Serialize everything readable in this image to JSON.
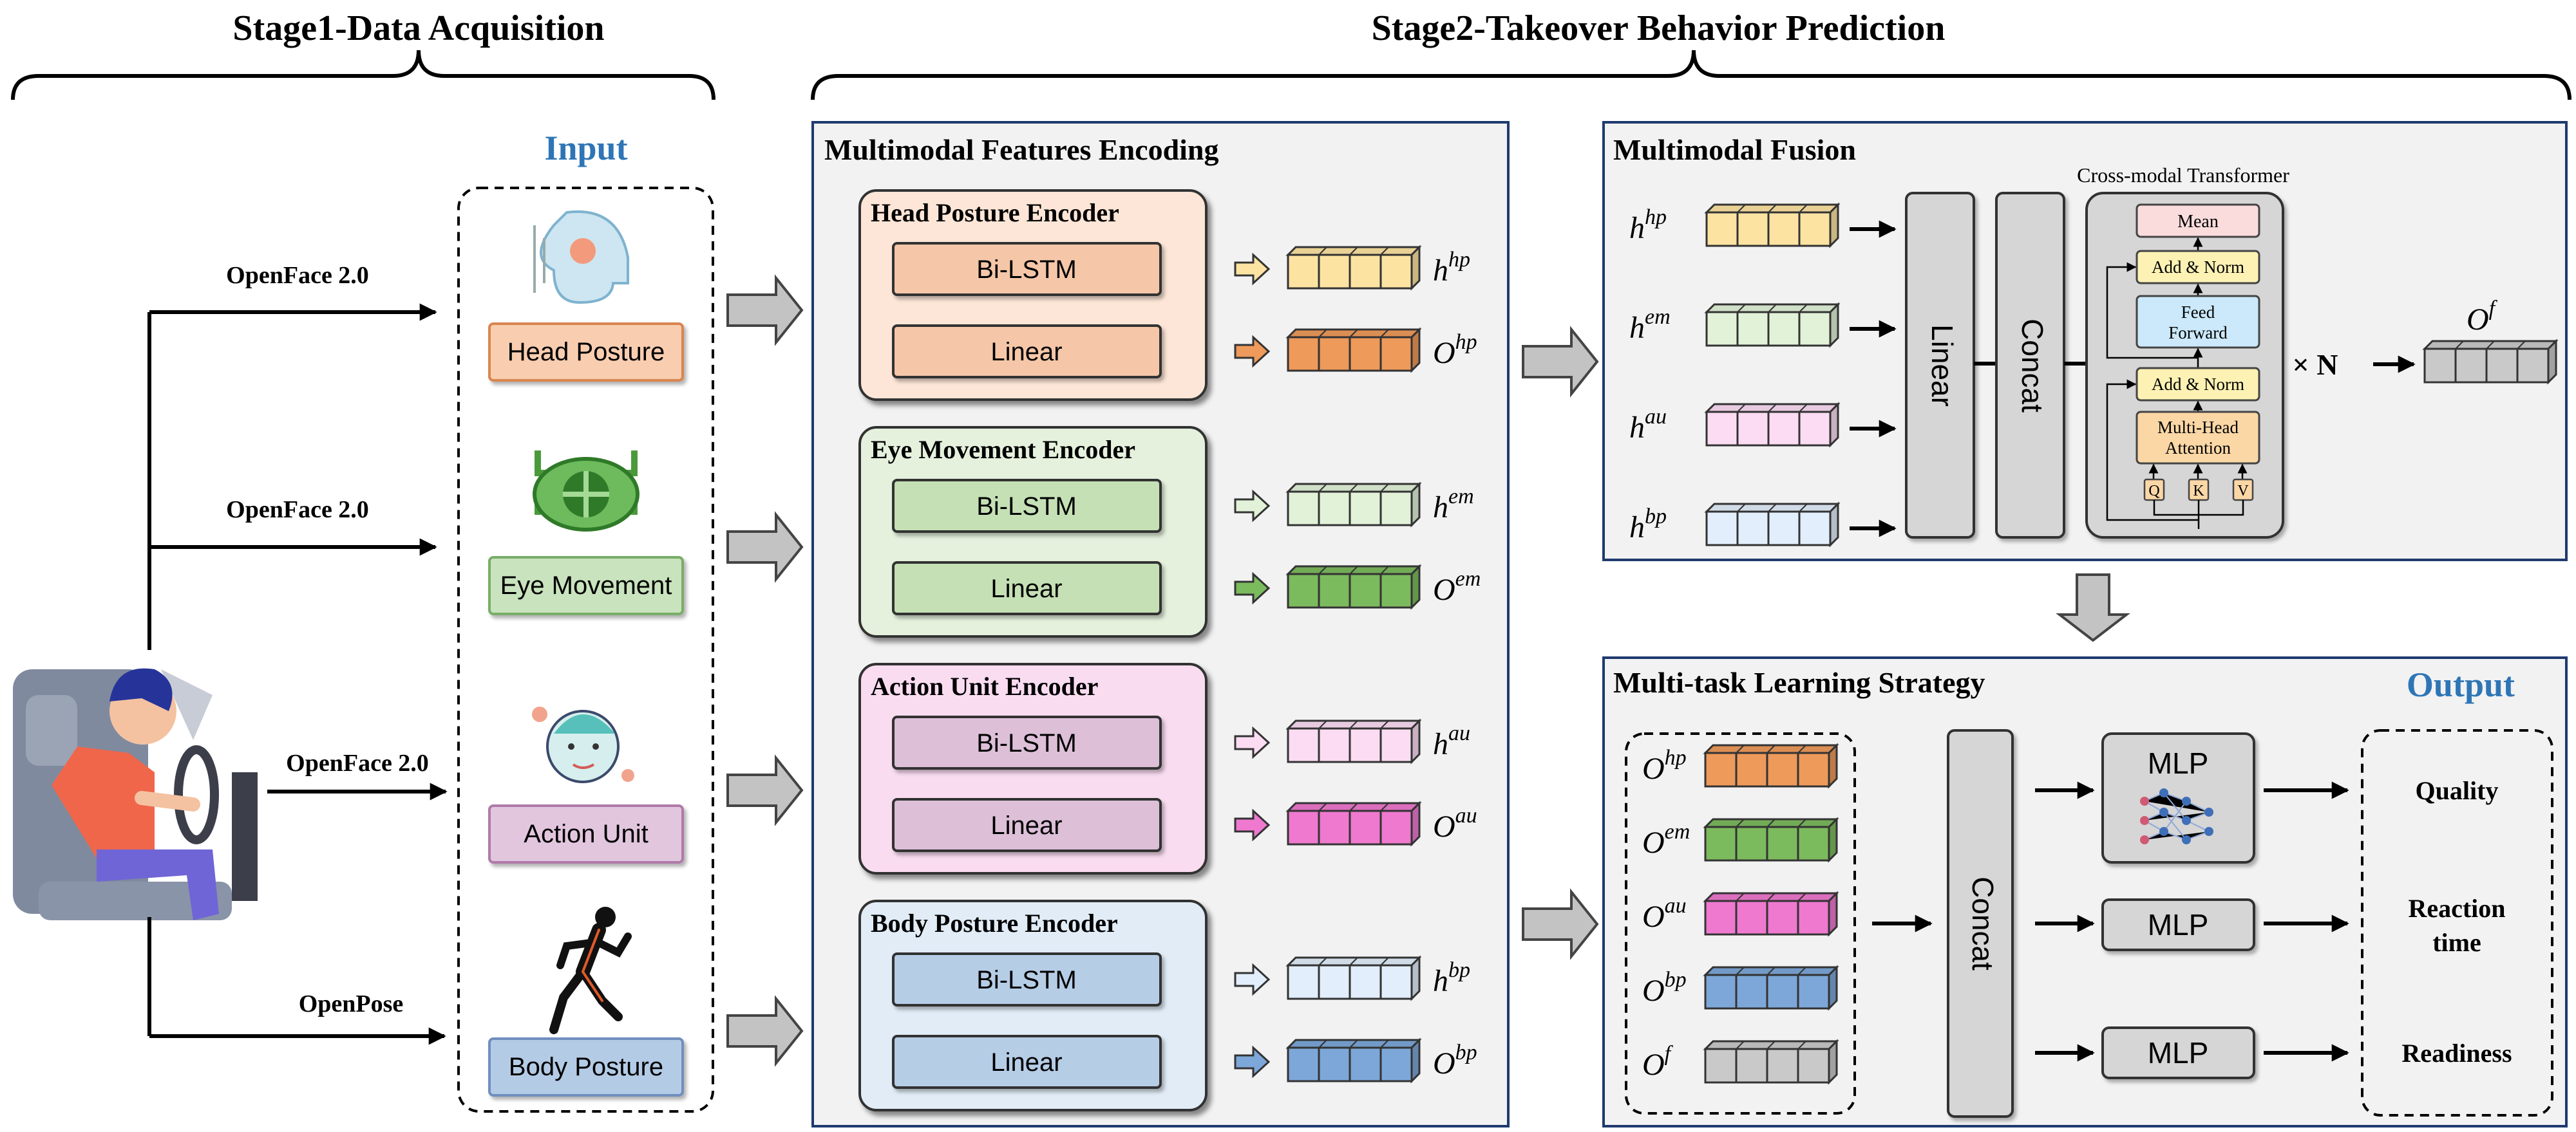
{
  "stage1": {
    "title": "Stage1-Data Acquisition"
  },
  "stage2": {
    "title": "Stage2-Takeover Behavior Prediction"
  },
  "input": {
    "title": "Input",
    "items": [
      {
        "label": "Head Posture",
        "tool": "OpenFace 2.0",
        "icon": "head-posture-icon",
        "fill": "#f8cdb0",
        "stroke": "#d98550"
      },
      {
        "label": "Eye Movement",
        "tool": "OpenFace 2.0",
        "icon": "eye-movement-icon",
        "fill": "#c8e3bd",
        "stroke": "#79ad68"
      },
      {
        "label": "Action Unit",
        "tool": "OpenFace 2.0",
        "icon": "action-unit-face-icon",
        "fill": "#e2c6de",
        "stroke": "#b07aa9"
      },
      {
        "label": "Body Posture",
        "tool": "OpenPose",
        "icon": "body-posture-runner-icon",
        "fill": "#b4cbe6",
        "stroke": "#6f8fbd"
      }
    ]
  },
  "encoding": {
    "title": "Multimodal Features Encoding",
    "encoders": [
      {
        "title": "Head Posture Encoder",
        "bilstm": "Bi-LSTM",
        "linear": "Linear",
        "h_base": "h",
        "h_sup": "hp",
        "o_base": "O",
        "o_sup": "hp",
        "bg": "#fde6d7",
        "btn": "#f5c7a8",
        "h_color": "#fde3a2",
        "o_color": "#ee9a5b"
      },
      {
        "title": "Eye Movement Encoder",
        "bilstm": "Bi-LSTM",
        "linear": "Linear",
        "h_base": "h",
        "h_sup": "em",
        "o_base": "O",
        "o_sup": "em",
        "bg": "#e5f1dd",
        "btn": "#c5e0b5",
        "h_color": "#e2f2d8",
        "o_color": "#7cba5e"
      },
      {
        "title": "Action Unit Encoder",
        "bilstm": "Bi-LSTM",
        "linear": "Linear",
        "h_base": "h",
        "h_sup": "au",
        "o_base": "O",
        "o_sup": "au",
        "bg": "#fadcf1",
        "btn": "#ddbfd8",
        "h_color": "#fbdcf3",
        "o_color": "#ee79cf"
      },
      {
        "title": "Body Posture Encoder",
        "bilstm": "Bi-LSTM",
        "linear": "Linear",
        "h_base": "h",
        "h_sup": "bp",
        "o_base": "O",
        "o_sup": "bp",
        "bg": "#e1ecf6",
        "btn": "#b6cde6",
        "h_color": "#e2eefb",
        "o_color": "#7da7d8"
      }
    ]
  },
  "fusion": {
    "title": "Multimodal Fusion",
    "inputs": [
      {
        "base": "h",
        "sup": "hp",
        "color": "#fde3a2"
      },
      {
        "base": "h",
        "sup": "em",
        "color": "#e2f2d8"
      },
      {
        "base": "h",
        "sup": "au",
        "color": "#fbdcf3"
      },
      {
        "base": "h",
        "sup": "bp",
        "color": "#e2eefb"
      }
    ],
    "linear": "Linear",
    "concat": "Concat",
    "transformer": {
      "title": "Cross-modal Transformer",
      "mean": "Mean",
      "add_norm": "Add & Norm",
      "ff": [
        "Feed",
        "Forward"
      ],
      "mha": [
        "Multi-Head",
        "Attention"
      ],
      "qkv": [
        "Q",
        "K",
        "V"
      ]
    },
    "times": "× N",
    "output": {
      "base": "O",
      "sup": "f",
      "color": "#c9c9c9"
    }
  },
  "multitask": {
    "title": "Multi-task Learning Strategy",
    "output_title": "Output",
    "inputs": [
      {
        "base": "O",
        "sup": "hp",
        "color": "#ee9a5b"
      },
      {
        "base": "O",
        "sup": "em",
        "color": "#7cba5e"
      },
      {
        "base": "O",
        "sup": "au",
        "color": "#ee79cf"
      },
      {
        "base": "O",
        "sup": "bp",
        "color": "#7da7d8"
      },
      {
        "base": "O",
        "sup": "f",
        "color": "#c9c9c9"
      }
    ],
    "concat": "Concat",
    "mlp": "MLP",
    "outputs": [
      [
        "Quality"
      ],
      [
        "Reaction",
        "time"
      ],
      [
        "Readiness"
      ]
    ]
  },
  "colors": {
    "panel_bg": "#f2f2f3",
    "panel_border_blue": "#1f3a6e",
    "title_blue": "#2e75b6",
    "gray_block": "#d6d6d6"
  }
}
